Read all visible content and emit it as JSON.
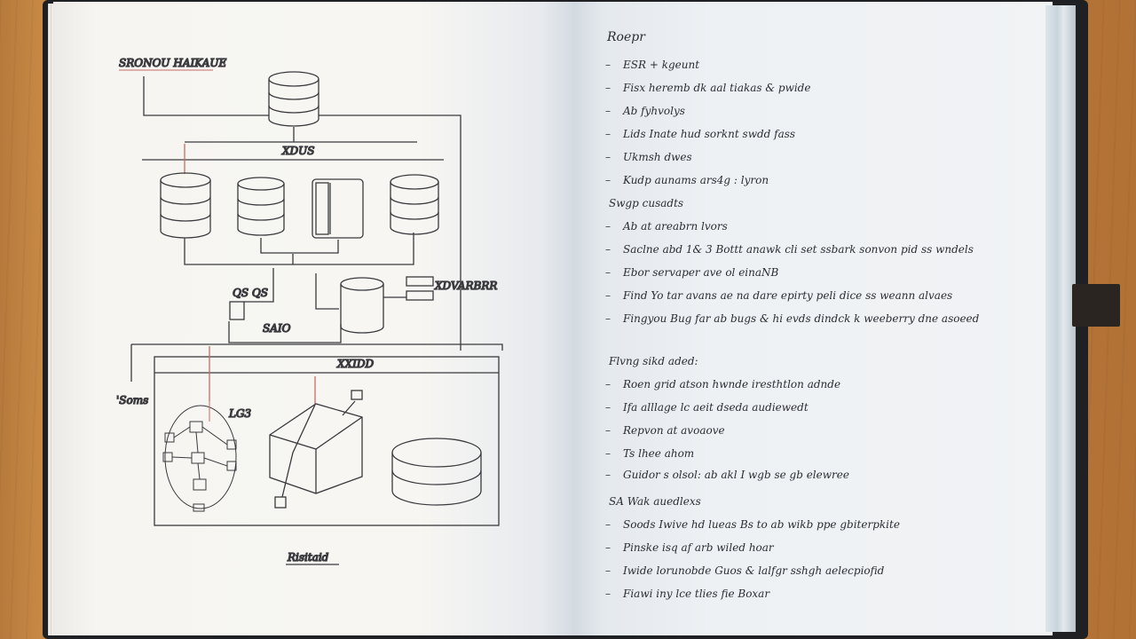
{
  "left_page": {
    "header": "SRONOU HAIKAUE",
    "db_bus_label": "XDUS",
    "middle_label_left": "QS QS",
    "middle_label_right": "XDVARBRR",
    "bus_label": "SAIO",
    "panel_title": "XXIDD",
    "side_label": "'Soms",
    "cluster_label": "LG3",
    "footer": "Risitaid"
  },
  "right_page": {
    "title": "Roepr",
    "section1": [
      "ESR + kgeunt",
      "Fisx heremb dk aal tiakas & pwide",
      "Ab fyhvolys",
      "Lids Inate hud sorknt swdd fass",
      "Ukmsh dwes",
      "Kudp aunams ars4g : lyron"
    ],
    "heading2": "Swgp cusadts",
    "section2": [
      "Ab at areabrn lvors",
      "Saclne abd 1& 3 Bottt anawk cli set ssbark sonvon pid ss wndels",
      "Ebor servaper ave ol einaNB",
      "Find Yo tar avans ae na dare epirty peli dice ss weann alvaes",
      "Fingyou Bug far ab bugs & hi evds dindck k weeberry dne asoeed"
    ],
    "heading3": "Flvng sikd aded:",
    "section3": [
      "Roen grid atson hwnde iresthtlon adnde",
      "Ifa alllage lc aeit dseda audiewedt",
      "Repvon at avoaove",
      "Ts lhee ahom",
      "Guidor s olsol: ab akl I wgb se gb elewree"
    ],
    "heading4": "SA Wak auedlexs",
    "section4": [
      "Soods Iwive hd lueas Bs to ab wikb ppe gbiterpkite",
      "Pinske isq af arb wiled hoar",
      "Iwide lorunobde Guos & lalfgr sshgh aelecpiofid",
      "Fiawi iny lce tlies fie Boxar"
    ]
  }
}
